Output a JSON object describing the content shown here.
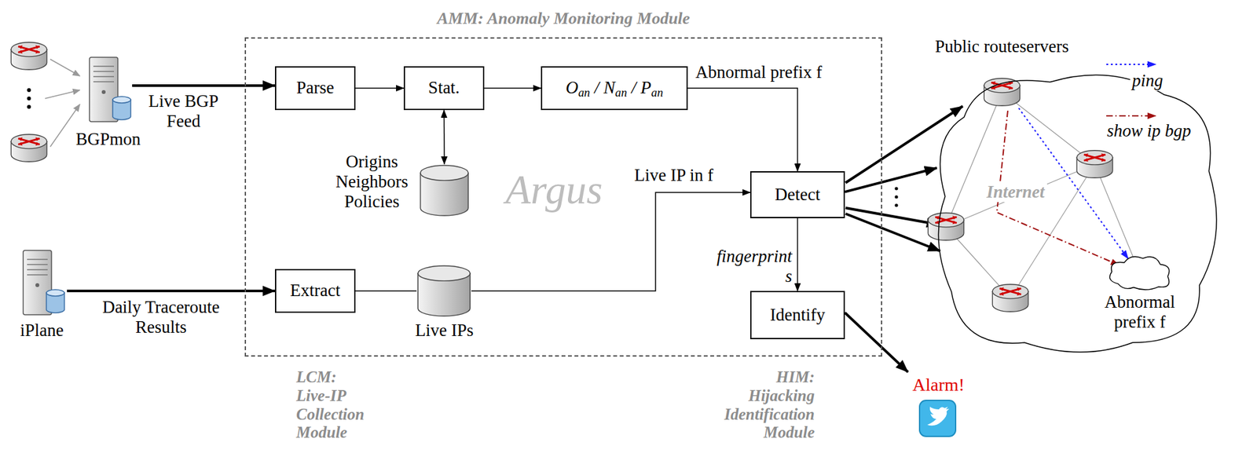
{
  "diagram": {
    "nodes": [
      {
        "text": [
          "AMM: Anomaly Monitoring Module"
        ]
      },
      {
        "text": [
          "BGPmon"
        ]
      },
      {
        "text": [
          "Parse"
        ],
        "in": 0
      },
      {
        "text": [
          "Stat."
        ],
        "in": 0
      },
      {
        "text": [
          "Oan / Nan / Pan"
        ],
        "in": 0
      },
      {
        "text": [
          "Origins Neighbors Policies"
        ],
        "in": 0
      },
      {
        "text": [
          "Detect"
        ],
        "in": 0
      },
      {
        "text": [
          "Identify"
        ],
        "in": 0
      },
      {
        "text": [
          "Extract"
        ],
        "in": 0
      },
      {
        "text": [
          "Live IPs"
        ],
        "in": 0
      },
      {
        "text": [
          "iPlane"
        ]
      },
      {
        "text": [
          "Public routeservers",
          "Internet"
        ]
      },
      {
        "text": [
          "Abnormal prefix f"
        ]
      },
      {
        "text": [
          "Alarm!"
        ]
      }
    ],
    "edges": [
      {
        "from": 1,
        "to": 2,
        "arrow": "to",
        "label": "Live BGP Feed"
      },
      {
        "from": 2,
        "to": 3,
        "arrow": "to"
      },
      {
        "from": 3,
        "to": 5,
        "arrow": "both"
      },
      {
        "from": 3,
        "to": 4,
        "arrow": "to"
      },
      {
        "from": 4,
        "to": 6,
        "arrow": "to",
        "label": "Abnormal prefix f"
      },
      {
        "from": 10,
        "to": 8,
        "arrow": "to",
        "label": "Daily Traceroute Results"
      },
      {
        "from": 8,
        "to": 9,
        "arrow": "none"
      },
      {
        "from": 9,
        "to": 6,
        "arrow": "to",
        "label": "Live IP in f"
      },
      {
        "from": 6,
        "to": 7,
        "arrow": "to",
        "label": "fingerprint s"
      },
      {
        "from": 6,
        "to": 11,
        "arrow": "to"
      },
      {
        "from": 7,
        "to": 13,
        "arrow": "to"
      }
    ],
    "labels": [
      "LCM: Live-IP Collection Module",
      "HIM: Hijacking Identification Module",
      "Argus"
    ],
    "legend": [
      {
        "text": "ping"
      },
      {
        "text": "show ip bgp"
      }
    ]
  }
}
